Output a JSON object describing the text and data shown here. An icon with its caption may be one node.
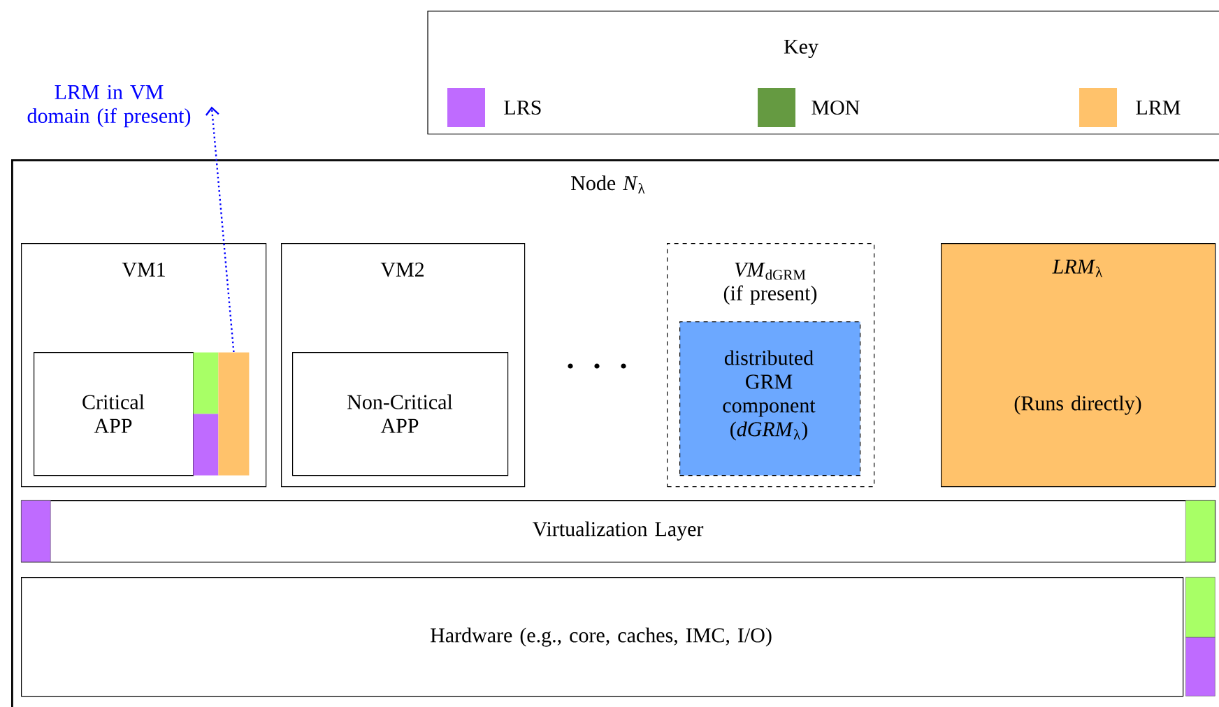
{
  "diagram": {
    "nodes": [
      {
        "text": [
          "Node *N*$_{λ}$"
        ]
      },
      {
        "text": [
          "VM1"
        ],
        "in": 0
      },
      {
        "text": [
          "Critical APP"
        ],
        "in": 1
      },
      {
        "text": [],
        "shape": "bar",
        "in": 1
      },
      {
        "text": [],
        "shape": "bar",
        "in": 1
      },
      {
        "text": [],
        "shape": "bar",
        "in": 1
      },
      {
        "text": [
          "VM2"
        ],
        "in": 0
      },
      {
        "text": [
          "Non-Critical APP"
        ],
        "in": 6
      },
      {
        "text": [
          "*VM*$_{dGRM}$ (if present)"
        ],
        "in": 0
      },
      {
        "text": [
          "distributed GRM component (*dGRM*$_{λ}$)"
        ],
        "in": 8
      },
      {
        "text": [
          "*LRM*$_{λ}$",
          "(Runs directly)"
        ],
        "in": 0
      },
      {
        "text": [
          "Virtualization Layer"
        ],
        "in": 0
      },
      {
        "text": [],
        "shape": "bar",
        "in": 11
      },
      {
        "text": [],
        "shape": "bar",
        "in": 11
      },
      {
        "text": [
          "Hardware (e.g., core, caches, IMC, I/O)"
        ],
        "in": 0
      },
      {
        "text": [],
        "shape": "bar",
        "in": 0
      },
      {
        "text": [],
        "shape": "bar",
        "in": 0
      },
      {
        "text": [
          "LRM in VM domain (if present)"
        ]
      }
    ],
    "edges": [
      {
        "from": 5,
        "to": 17,
        "arrow": "to",
        "style": "dashed",
        "color": "#0000ff"
      }
    ],
    "labels": [
      "Key"
    ],
    "legend": [
      {
        "text": "LRS",
        "color": "#bf6bff"
      },
      {
        "text": "MON",
        "color": "#659a41"
      },
      {
        "text": "LRM",
        "color": "#ffc26b"
      }
    ]
  }
}
